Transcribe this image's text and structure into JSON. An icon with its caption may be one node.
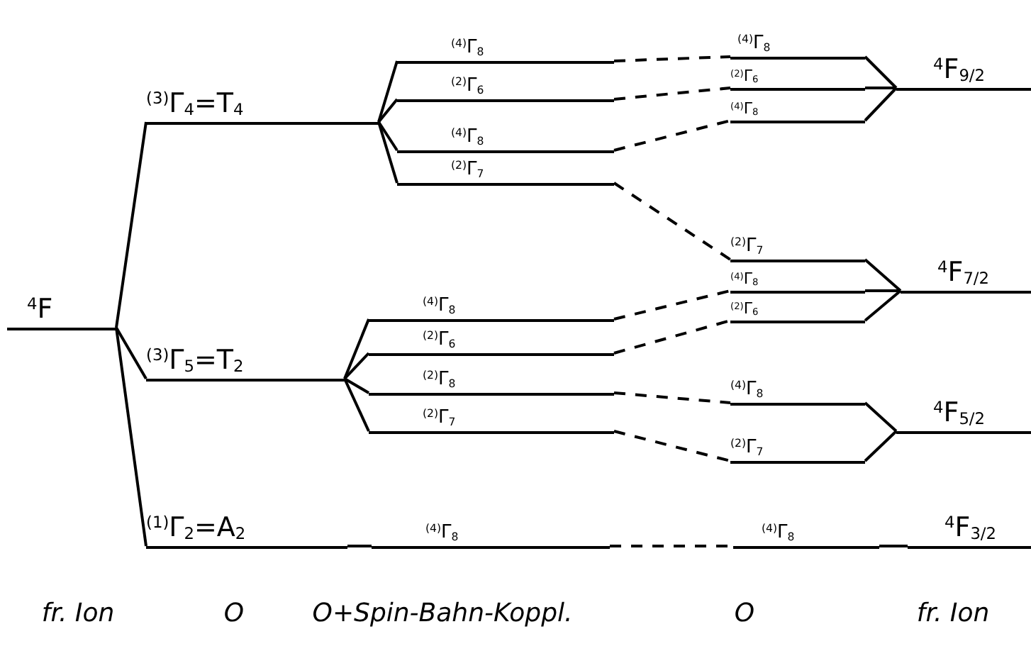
{
  "diagram": {
    "nodes": [
      {
        "text": [
          "$^{4}$F"
        ]
      },
      {
        "text": [
          "$^{(3)}$Γ$_{4}$=T$_{4}$"
        ]
      },
      {
        "text": [
          "$^{(3)}$Γ$_{5}$=T$_{2}$"
        ]
      },
      {
        "text": [
          "$^{(1)}$Γ$_{2}$=A$_{2}$"
        ]
      },
      {
        "text": [
          "$^{(4)}$Γ$_{8}$"
        ]
      },
      {
        "text": [
          "$^{(2)}$Γ$_{6}$"
        ]
      },
      {
        "text": [
          "$^{(4)}$Γ$_{8}$"
        ]
      },
      {
        "text": [
          "$^{(2)}$Γ$_{7}$"
        ]
      },
      {
        "text": [
          "$^{(4)}$Γ$_{8}$"
        ]
      },
      {
        "text": [
          "$^{(2)}$Γ$_{6}$"
        ]
      },
      {
        "text": [
          "$^{(2)}$Γ$_{8}$"
        ]
      },
      {
        "text": [
          "$^{(2)}$Γ$_{7}$"
        ]
      },
      {
        "text": [
          "$^{(4)}$Γ$_{8}$"
        ]
      },
      {
        "text": [
          "$^{(4)}$Γ$_{8}$"
        ]
      },
      {
        "text": [
          "$^{(2)}$Γ$_{6}$"
        ]
      },
      {
        "text": [
          "$^{(4)}$Γ$_{8}$"
        ]
      },
      {
        "text": [
          "$^{(2)}$Γ$_{7}$"
        ]
      },
      {
        "text": [
          "$^{(4)}$Γ$_{8}$"
        ]
      },
      {
        "text": [
          "$^{(2)}$Γ$_{6}$"
        ]
      },
      {
        "text": [
          "$^{(4)}$Γ$_{8}$"
        ]
      },
      {
        "text": [
          "$^{(2)}$Γ$_{7}$"
        ]
      },
      {
        "text": [
          "$^{(4)}$Γ$_{8}$"
        ]
      },
      {
        "text": [
          "$^{4}$F$_{9/2}$"
        ]
      },
      {
        "text": [
          "$^{4}$F$_{7/2}$"
        ]
      },
      {
        "text": [
          "$^{4}$F$_{5/2}$"
        ]
      },
      {
        "text": [
          "$^{4}$F$_{3/2}$"
        ]
      }
    ],
    "edges": [
      {
        "from": 0,
        "to": 1,
        "arrow": "none"
      },
      {
        "from": 0,
        "to": 2,
        "arrow": "none"
      },
      {
        "from": 0,
        "to": 3,
        "arrow": "none"
      },
      {
        "from": 1,
        "to": 4,
        "arrow": "none"
      },
      {
        "from": 1,
        "to": 5,
        "arrow": "none"
      },
      {
        "from": 1,
        "to": 6,
        "arrow": "none"
      },
      {
        "from": 1,
        "to": 7,
        "arrow": "none"
      },
      {
        "from": 2,
        "to": 8,
        "arrow": "none"
      },
      {
        "from": 2,
        "to": 9,
        "arrow": "none"
      },
      {
        "from": 2,
        "to": 10,
        "arrow": "none"
      },
      {
        "from": 2,
        "to": 11,
        "arrow": "none"
      },
      {
        "from": 3,
        "to": 12,
        "arrow": "none"
      },
      {
        "from": 4,
        "to": 13,
        "arrow": "none",
        "style": "dashed"
      },
      {
        "from": 5,
        "to": 14,
        "arrow": "none",
        "style": "dashed"
      },
      {
        "from": 6,
        "to": 15,
        "arrow": "none",
        "style": "dashed"
      },
      {
        "from": 7,
        "to": 16,
        "arrow": "none",
        "style": "dashed"
      },
      {
        "from": 8,
        "to": 17,
        "arrow": "none",
        "style": "dashed"
      },
      {
        "from": 9,
        "to": 18,
        "arrow": "none",
        "style": "dashed"
      },
      {
        "from": 10,
        "to": 19,
        "arrow": "none",
        "style": "dashed"
      },
      {
        "from": 11,
        "to": 20,
        "arrow": "none",
        "style": "dashed"
      },
      {
        "from": 12,
        "to": 21,
        "arrow": "none",
        "style": "dashed"
      },
      {
        "from": 13,
        "to": 22,
        "arrow": "none"
      },
      {
        "from": 14,
        "to": 22,
        "arrow": "none"
      },
      {
        "from": 15,
        "to": 22,
        "arrow": "none"
      },
      {
        "from": 16,
        "to": 23,
        "arrow": "none"
      },
      {
        "from": 17,
        "to": 23,
        "arrow": "none"
      },
      {
        "from": 18,
        "to": 23,
        "arrow": "none"
      },
      {
        "from": 19,
        "to": 24,
        "arrow": "none"
      },
      {
        "from": 20,
        "to": 24,
        "arrow": "none"
      },
      {
        "from": 21,
        "to": 25,
        "arrow": "none"
      }
    ],
    "labels": [
      "fr. Ion",
      "O",
      "O+Spin-Bahn-Koppl.",
      "O",
      "fr. Ion"
    ]
  }
}
